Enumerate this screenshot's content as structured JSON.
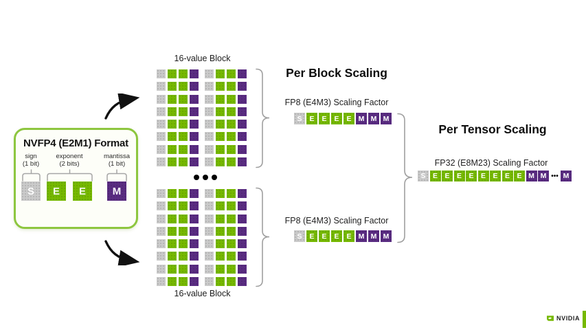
{
  "format_box": {
    "title": "NVFP4 (E2M1) Format",
    "fields": [
      {
        "label": "sign",
        "bits_label": "(1 bit)",
        "cells": [
          {
            "l": "S",
            "t": "sign"
          }
        ]
      },
      {
        "label": "exponent",
        "bits_label": "(2 bits)",
        "cells": [
          {
            "l": "E",
            "t": "exponent"
          },
          {
            "l": "E",
            "t": "exponent"
          }
        ]
      },
      {
        "label": "mantissa",
        "bits_label": "(1 bit)",
        "cells": [
          {
            "l": "M",
            "t": "mantissa"
          }
        ]
      }
    ]
  },
  "blocks": {
    "top": {
      "label": "16-value Block"
    },
    "bottom": {
      "label": "16-value Block"
    },
    "rows": 8,
    "row_pattern": [
      "sign",
      "exponent",
      "exponent",
      "mantissa",
      "sign",
      "exponent",
      "exponent",
      "mantissa"
    ],
    "ellipsis_dots": 3
  },
  "per_block": {
    "heading": "Per Block Scaling",
    "top_factor_label": "FP8 (E4M3) Scaling Factor",
    "bottom_factor_label": "FP8 (E4M3) Scaling Factor",
    "bits": [
      {
        "l": "S",
        "t": "sign"
      },
      {
        "l": "E",
        "t": "exponent"
      },
      {
        "l": "E",
        "t": "exponent"
      },
      {
        "l": "E",
        "t": "exponent"
      },
      {
        "l": "E",
        "t": "exponent"
      },
      {
        "l": "M",
        "t": "mantissa"
      },
      {
        "l": "M",
        "t": "mantissa"
      },
      {
        "l": "M",
        "t": "mantissa"
      }
    ]
  },
  "per_tensor": {
    "heading": "Per Tensor Scaling",
    "factor_label": "FP32 (E8M23) Scaling Factor",
    "bits": [
      {
        "l": "S",
        "t": "sign"
      },
      {
        "l": "E",
        "t": "exponent"
      },
      {
        "l": "E",
        "t": "exponent"
      },
      {
        "l": "E",
        "t": "exponent"
      },
      {
        "l": "E",
        "t": "exponent"
      },
      {
        "l": "E",
        "t": "exponent"
      },
      {
        "l": "E",
        "t": "exponent"
      },
      {
        "l": "E",
        "t": "exponent"
      },
      {
        "l": "E",
        "t": "exponent"
      },
      {
        "l": "M",
        "t": "mantissa"
      },
      {
        "l": "M",
        "t": "mantissa"
      },
      {
        "l": "•••",
        "t": "dots"
      },
      {
        "l": "M",
        "t": "mantissa"
      }
    ]
  },
  "footer": {
    "brand": "NVIDIA"
  },
  "colors": {
    "sign": "#cacaca",
    "exponent": "#76b900",
    "mantissa": "#5a2c82",
    "brand": "#76b900"
  }
}
